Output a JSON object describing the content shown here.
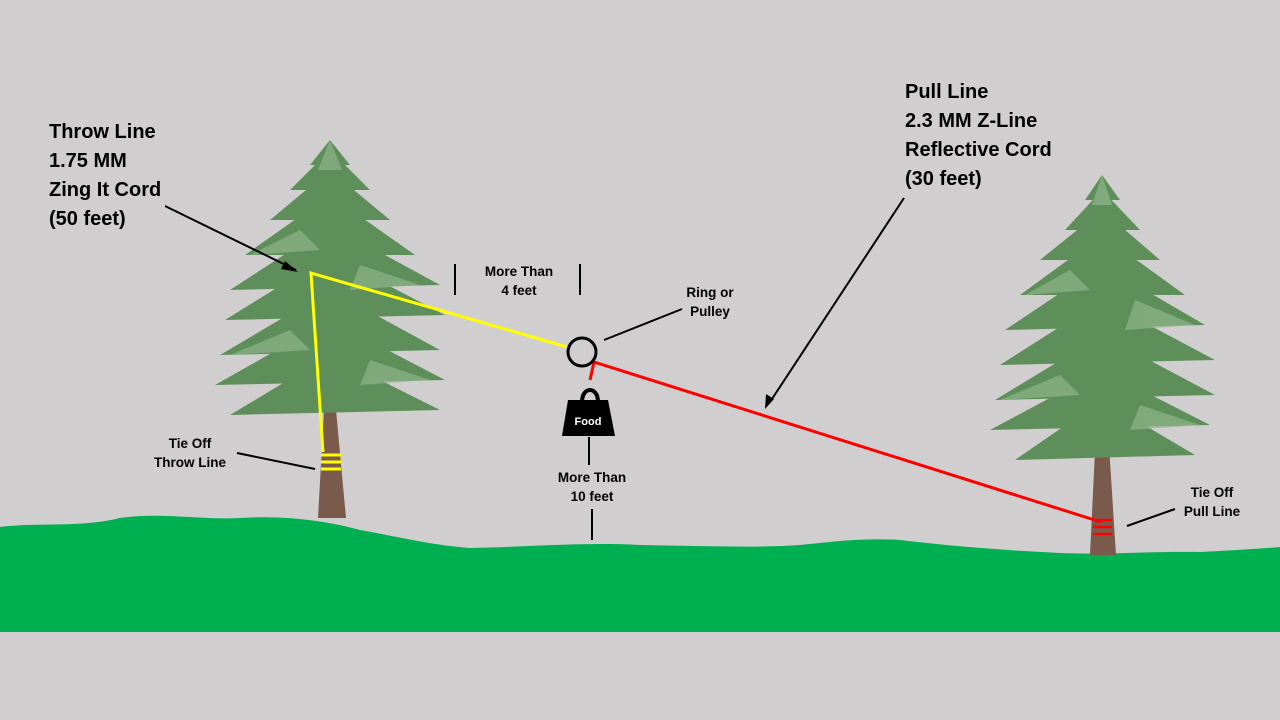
{
  "colors": {
    "background": "#d0cece",
    "ground": "#00b050",
    "throw_line": "#ffff00",
    "pull_line": "#ff0000",
    "foliage": "#5e8f5a",
    "foliage_light": "#8fb48a",
    "trunk": "#7a5a4a"
  },
  "labels": {
    "throw_line": [
      "Throw Line",
      "1.75 MM",
      "Zing It Cord",
      "(50 feet)"
    ],
    "pull_line": [
      "Pull Line",
      "2.3 MM Z-Line",
      "Reflective Cord",
      "(30 feet)"
    ],
    "more_than_4": [
      "More Than",
      "4 feet"
    ],
    "ring_pulley": [
      "Ring or",
      "Pulley"
    ],
    "tie_off_throw": [
      "Tie Off",
      "Throw Line"
    ],
    "more_than_10": [
      "More Than",
      "10 feet"
    ],
    "tie_off_pull": [
      "Tie Off",
      "Pull Line"
    ],
    "food_bag": "Food"
  },
  "icons": {
    "ring": "ring-icon",
    "food_bag": "food-bag-icon",
    "tree_left": "pine-tree-icon",
    "tree_right": "pine-tree-icon"
  }
}
